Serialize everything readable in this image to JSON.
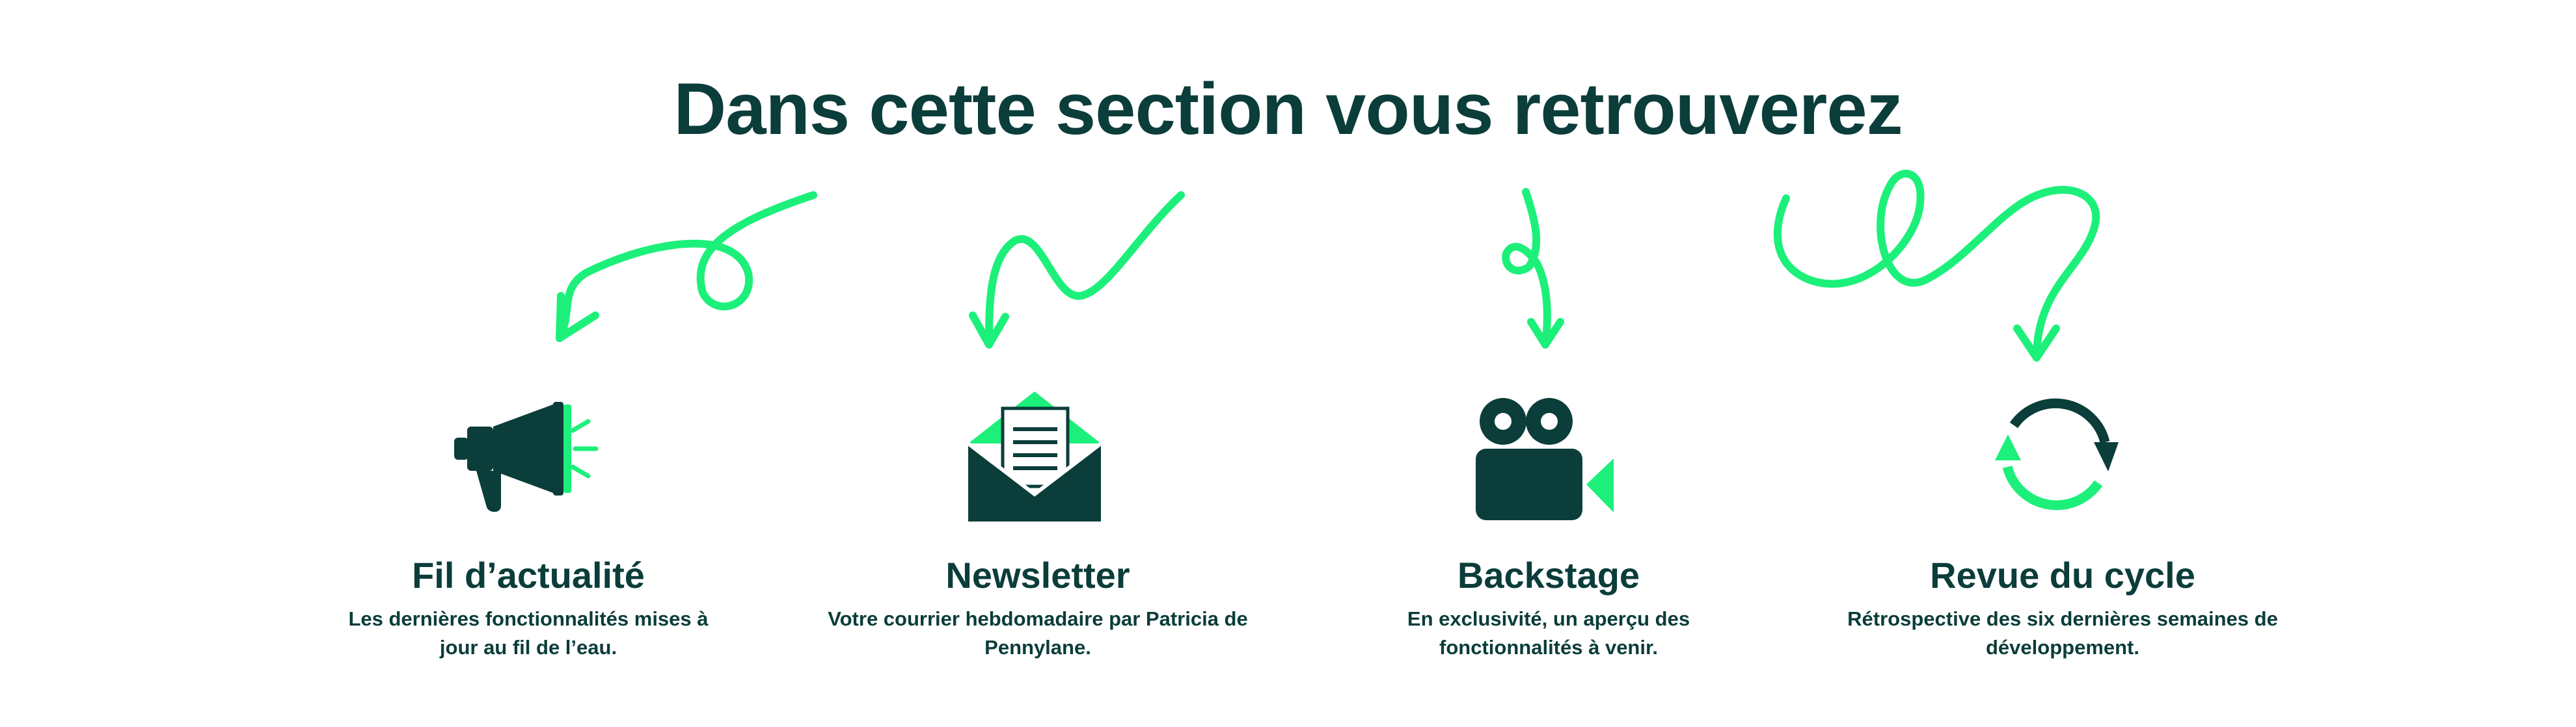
{
  "headline": "Dans cette section vous retrouverez",
  "colors": {
    "dark": "#0b3d3a",
    "green": "#1cf07a"
  },
  "features": [
    {
      "icon": "megaphone-icon",
      "title": "Fil d’actualité",
      "description": "Les dernières fonctionnalités mises à jour au fil de l’eau."
    },
    {
      "icon": "envelope-icon",
      "title": "Newsletter",
      "description": "Votre courrier hebdomadaire par Patricia de Pennylane."
    },
    {
      "icon": "video-camera-icon",
      "title": "Backstage",
      "description": "En exclusivité, un aperçu des fonctionnalités à venir."
    },
    {
      "icon": "cycle-arrows-icon",
      "title": "Revue du cycle",
      "description": "Rétrospective des six dernières semaines de développement."
    }
  ]
}
